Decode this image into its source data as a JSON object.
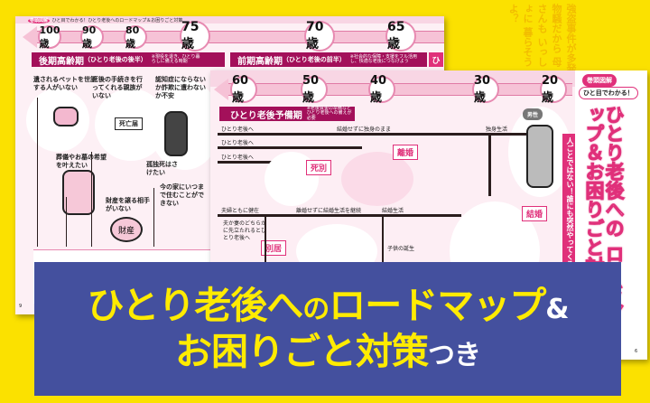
{
  "background_doodle": "強盗事件が多発 物騒だから 母さんも いっしょに 暮らそうよ？",
  "back_page": {
    "crumb_badge": "巻頭図解",
    "crumb": "ひと目でわかる！ひとり老後へのロードマップ＆お困りごと対策",
    "ages": [
      "100歳",
      "90歳",
      "80歳",
      "75歳",
      "70歳",
      "65歳"
    ],
    "late_band": {
      "title": "後期高齢期",
      "sub": "（ひとり老後の後半）",
      "note": "※現役を退き、ひとり暮らしに備える時期"
    },
    "early_band": {
      "title": "前期高齢期",
      "sub": "（ひとり老後の前半）",
      "note": "※社会的な保障・支援をフル活用し、快適な老後につなげよう"
    },
    "side_tab": "ひ",
    "concerns": [
      "遺されるペットを世話する人がいない",
      "死後の手続きを行ってくれる親族がいない",
      "認知症にならないか詐欺に遭わないか不安",
      "葬儀やお墓の希望を叶えたい",
      "孤独死はさけたい",
      "財産を譲る相手がいない",
      "今の家にいつまで住むことができない"
    ],
    "document_label": "死亡届",
    "money_label": "財産",
    "page_number": "9"
  },
  "front_page": {
    "ages": [
      "60歳",
      "50歳",
      "40歳",
      "30歳",
      "20歳"
    ],
    "band": {
      "title": "ひとり老後予備期",
      "note": "※老後資金の準備など ひとり老後への備えが必要"
    },
    "paths": [
      "ひとり老後へ",
      "ひとり老後へ",
      "ひとり老後へ",
      "夫婦ともに健在"
    ],
    "path_labels": [
      "結婚せずに独身のまま",
      "独身生活",
      "離婚せずに結婚生活を継続",
      "結婚生活"
    ],
    "widow_note": "夫か妻のどちらかに先立たれるとひとり老後へ",
    "child_note": "子供の誕生",
    "tags": [
      "離婚",
      "死別",
      "結婚",
      "別居"
    ],
    "male_tag": "男性",
    "vertical_band": "人ごとではない！誰にも突然やってくる！",
    "title_badge": "巻頭図解",
    "title_bubble": "ひと目でわかる！",
    "title": "ひとり老後への ロードマップ＆お困りごと対策",
    "page_number": "6"
  },
  "banner": {
    "line1_a": "ひとり老後へ",
    "line1_b": "の",
    "line1_c": "ロードマップ",
    "line1_d": "&",
    "line2_a": "お困りごと対策",
    "line2_b": "つき"
  },
  "colors": {
    "background": "#fbe100",
    "banner": "#44509e",
    "banner_text": "#ffeb00",
    "accent": "#e0307a",
    "band": "#a3105a"
  }
}
